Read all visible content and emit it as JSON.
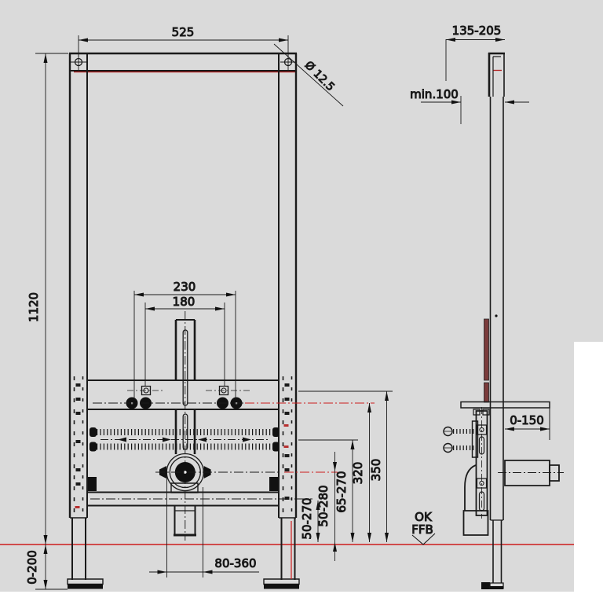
{
  "drawing": {
    "kind": "technical installation drawing",
    "views": [
      "front-view",
      "side-view"
    ],
    "colors": {
      "canvas": "#dadada",
      "line": "#1a1a1a",
      "accent_red": "#cc1d1d"
    }
  },
  "labels": {
    "width_525": "525",
    "hole_diameter": "Ø 12.5",
    "depth_range_135_205": "135-205",
    "min_clearance": "min.100",
    "height_1120": "1120",
    "spacing_230": "230",
    "spacing_180": "180",
    "bracket_0_150": "0-150",
    "drain_80_360": "80-360",
    "feet_0_200": "0-200",
    "h_50_270": "50-270",
    "h_50_280": "50-280",
    "h_65_270": "65-270",
    "h_320": "320",
    "h_350": "350",
    "floor_ok": "OK",
    "floor_ffb": "FFB"
  }
}
